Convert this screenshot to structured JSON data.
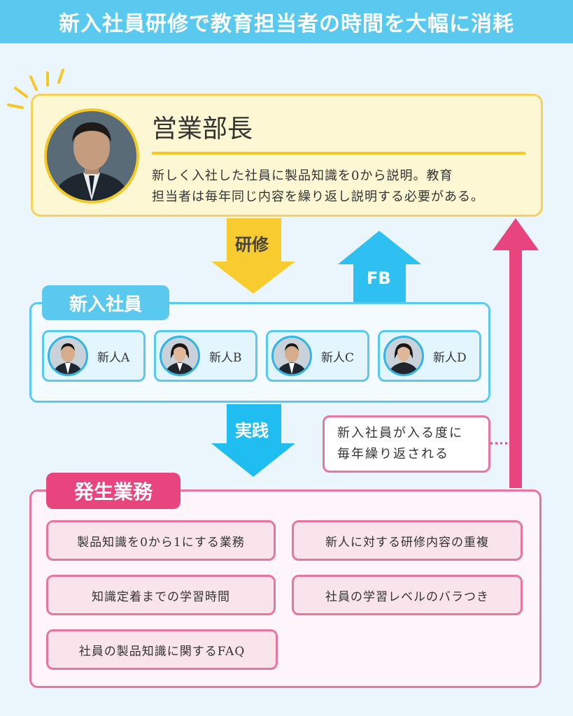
{
  "header": {
    "title": "新入社員研修で教育担当者の時間を大幅に消耗"
  },
  "manager": {
    "title": "営業部長",
    "description_line1": "新しく入社した社員に製品知識を0から説明。教育",
    "description_line2": "担当者は毎年同じ内容を繰り返し説明する必要がある。"
  },
  "arrows": {
    "training_label": "研修",
    "feedback_label": "FB",
    "practice_label": "実践"
  },
  "employees": {
    "section_label": "新入社員",
    "items": [
      {
        "name": "新人A"
      },
      {
        "name": "新人B"
      },
      {
        "name": "新人C"
      },
      {
        "name": "新人D"
      }
    ]
  },
  "repeat_note": {
    "line1": "新入社員が入る度に",
    "line2": "毎年繰り返される"
  },
  "tasks": {
    "section_label": "発生業務",
    "items": [
      {
        "label": "製品知識を0から1にする業務"
      },
      {
        "label": "新人に対する研修内容の重複"
      },
      {
        "label": "知識定着までの学習時間"
      },
      {
        "label": "社員の学習レベルのバラつき"
      },
      {
        "label": "社員の製品知識に関するFAQ"
      }
    ]
  },
  "colors": {
    "header_blue": "#5ac9ef",
    "manager_yellow": "#f6c826",
    "training_arrow": "#f8cb2e",
    "feedback_arrow": "#2ec0f0",
    "practice_arrow": "#1fbdf0",
    "loop_arrow": "#e8457f",
    "tasks_pink": "#e8759e"
  }
}
